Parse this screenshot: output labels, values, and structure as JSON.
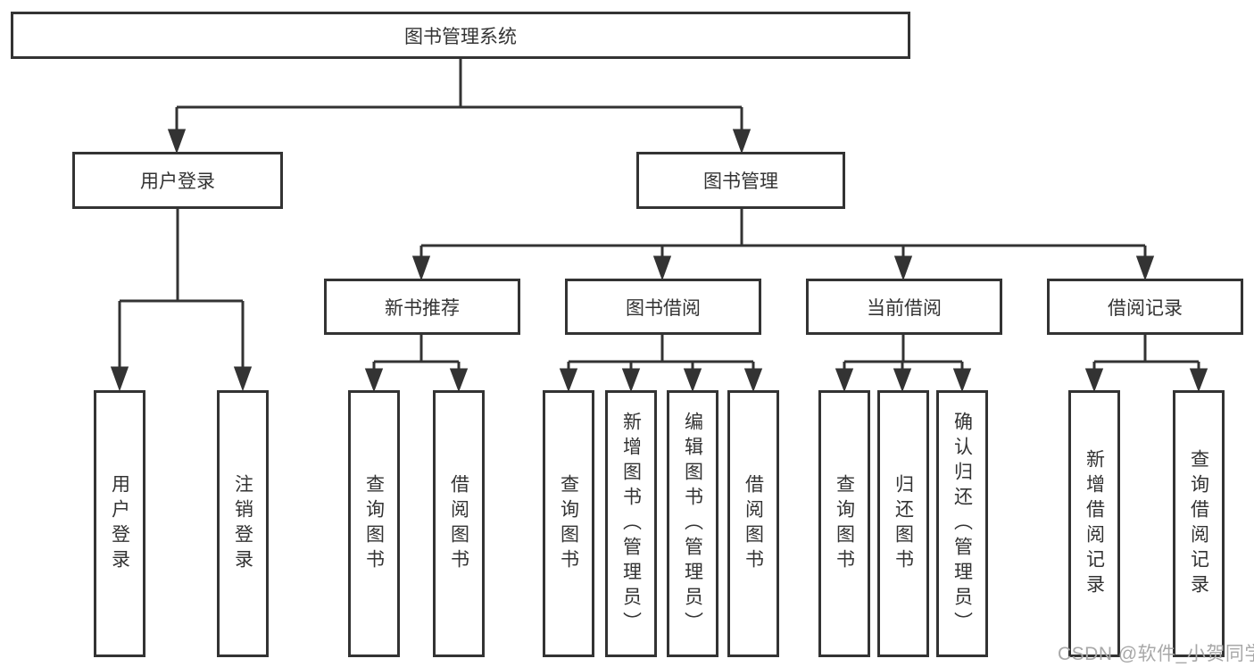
{
  "diagram": {
    "root": {
      "label": "图书管理系统"
    },
    "level2": {
      "user_login": {
        "label": "用户登录"
      },
      "book_management": {
        "label": "图书管理"
      }
    },
    "level3": {
      "new_book_recommend": {
        "label": "新书推荐"
      },
      "book_borrowing": {
        "label": "图书借阅"
      },
      "current_borrowing": {
        "label": "当前借阅"
      },
      "borrowing_records": {
        "label": "借阅记录"
      }
    },
    "leaves": [
      {
        "label": "用户登录"
      },
      {
        "label": "注销登录"
      },
      {
        "label": "查询图书"
      },
      {
        "label": "借阅图书"
      },
      {
        "label": "查询图书"
      },
      {
        "label": "新增图书（管理员）"
      },
      {
        "label": "编辑图书（管理员）"
      },
      {
        "label": "借阅图书"
      },
      {
        "label": "查询图书"
      },
      {
        "label": "归还图书"
      },
      {
        "label": "确认归还（管理员）"
      },
      {
        "label": "新增借阅记录"
      },
      {
        "label": "查询借阅记录"
      }
    ]
  },
  "watermark": {
    "text": "CSDN @软件_小贺同学",
    "color": "#a8a8a8"
  },
  "colors": {
    "line": "#333333",
    "box_border": "#333333",
    "text": "#333333",
    "background": "#ffffff"
  }
}
